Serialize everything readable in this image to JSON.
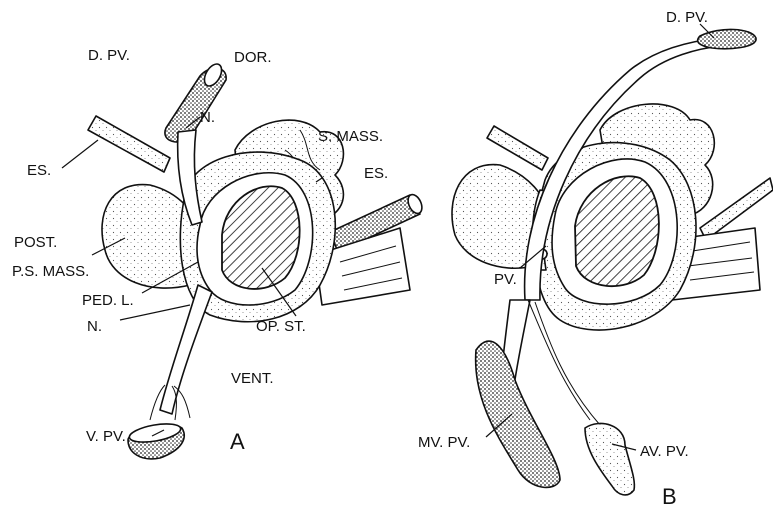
{
  "figure": {
    "panels": [
      {
        "id": "A",
        "letter": "A",
        "labels": {
          "d_pv": "D. PV.",
          "dor": "DOR.",
          "n_top": "N.",
          "es_left": "ES.",
          "s_mass": "S. MASS.",
          "es_right": "ES.",
          "post": "POST.",
          "ps_mass": "P.S. MASS.",
          "ped_l": "PED. L.",
          "n_bottom": "N.",
          "op_st": "OP. ST.",
          "vent": "VENT.",
          "v_pv": "V. PV."
        }
      },
      {
        "id": "B",
        "letter": "B",
        "labels": {
          "d_pv": "D. PV.",
          "pv": "PV.",
          "mv_pv": "MV. PV.",
          "av_pv": "AV. PV."
        }
      }
    ]
  }
}
